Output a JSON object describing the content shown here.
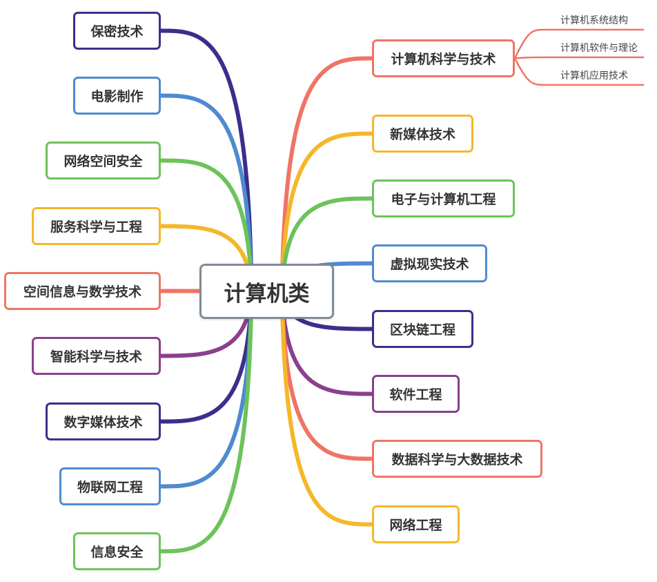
{
  "root": {
    "label": "计算机类",
    "border": "#7f8b96"
  },
  "palette": {
    "purple": "#3b2e8c",
    "blue": "#4f8ad0",
    "green": "#6cc35a",
    "yellow": "#f5b72a",
    "red": "#ef7465",
    "violet": "#8b3f8c"
  },
  "left_branches": [
    {
      "label": "保密技术",
      "color": "#3b2e8c"
    },
    {
      "label": "电影制作",
      "color": "#4f8ad0"
    },
    {
      "label": "网络空间安全",
      "color": "#6cc35a"
    },
    {
      "label": "服务科学与工程",
      "color": "#f5b72a"
    },
    {
      "label": "空间信息与数学技术",
      "color": "#ef7465"
    },
    {
      "label": "智能科学与技术",
      "color": "#8b3f8c"
    },
    {
      "label": "数字媒体技术",
      "color": "#3b2e8c"
    },
    {
      "label": "物联网工程",
      "color": "#4f8ad0"
    },
    {
      "label": "信息安全",
      "color": "#6cc35a"
    }
  ],
  "right_branches": [
    {
      "label": "计算机科学与技术",
      "color": "#ef7465"
    },
    {
      "label": "新媒体技术",
      "color": "#f5b72a"
    },
    {
      "label": "电子与计算机工程",
      "color": "#6cc35a"
    },
    {
      "label": "虚拟现实技术",
      "color": "#4f8ad0"
    },
    {
      "label": "区块链工程",
      "color": "#3b2e8c"
    },
    {
      "label": "软件工程",
      "color": "#8b3f8c"
    },
    {
      "label": "数据科学与大数据技术",
      "color": "#ef7465"
    },
    {
      "label": "网络工程",
      "color": "#f5b72a"
    }
  ],
  "sub_branches": {
    "计算机科学与技术": [
      "计算机系统结构",
      "计算机软件与理论",
      "计算机应用技术"
    ]
  }
}
